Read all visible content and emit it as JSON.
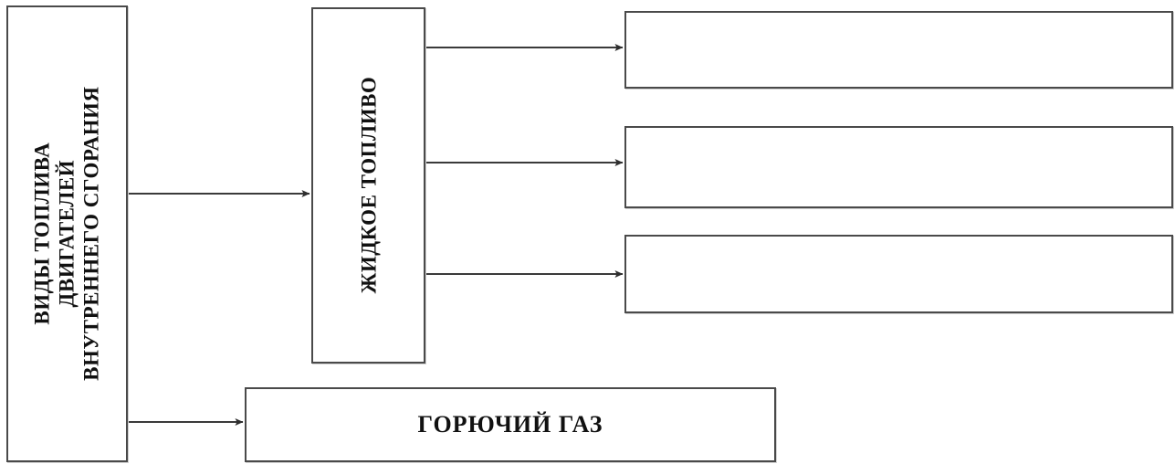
{
  "diagram": {
    "title": "Виды топлива двигателей внутреннего сгорания",
    "language": "ru",
    "orientation": "left-to-right",
    "background_color": "#ffffff",
    "line_color": "#4a4a4a",
    "text_color": "#111111",
    "nodes": {
      "root": {
        "id": "root",
        "text_lines": [
          "ВИДЫ ТОПЛИВА",
          "ДВИГАТЕЛЕЙ",
          "ВНУТРЕННЕГО СГОРАНИЯ"
        ],
        "text": "ВИДЫ ТОПЛИВА ДВИГАТЕЛЕЙ ВНУТРЕННЕГО СГОРАНИЯ",
        "text_orientation": "vertical-rotated-90-ccw"
      },
      "liquid": {
        "id": "liquid",
        "text_lines": [
          "ЖИДКОЕ ТОПЛИВО"
        ],
        "text": "ЖИДКОЕ ТОПЛИВО",
        "text_orientation": "vertical-rotated-90-ccw"
      },
      "gas": {
        "id": "gas",
        "text": "ГОРЮЧИЙ ГАЗ",
        "text_orientation": "horizontal"
      },
      "blanks": [
        {
          "id": "blank-1",
          "text": ""
        },
        {
          "id": "blank-2",
          "text": ""
        },
        {
          "id": "blank-3",
          "text": ""
        }
      ]
    },
    "connectors": [
      {
        "id": "root-to-liquid",
        "from": "root",
        "to": "liquid",
        "style": "arrow"
      },
      {
        "id": "root-to-gas",
        "from": "root",
        "to": "gas",
        "style": "arrow"
      },
      {
        "id": "liquid-to-blank-1",
        "from": "liquid",
        "to": "blank-1",
        "style": "arrow"
      },
      {
        "id": "liquid-to-blank-2",
        "from": "liquid",
        "to": "blank-2",
        "style": "arrow"
      },
      {
        "id": "liquid-to-blank-3",
        "from": "liquid",
        "to": "blank-3",
        "style": "arrow"
      }
    ]
  }
}
